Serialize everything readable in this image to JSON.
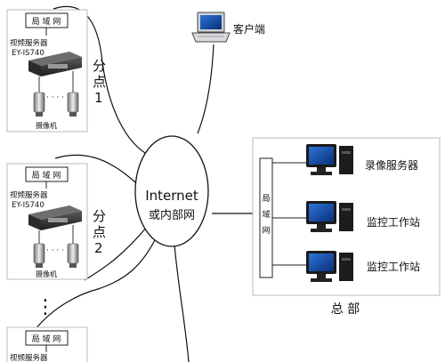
{
  "center": {
    "line1": "Internet",
    "line2": "或内部网"
  },
  "client": {
    "label": "客户端"
  },
  "branches": [
    {
      "lan": "局 域 网",
      "server_line1": "视频服务器",
      "server_line2": "EY-IS740",
      "camera": "摄像机",
      "side_line1": "分",
      "side_line2": "点",
      "side_line3": "1"
    },
    {
      "lan": "局 域 网",
      "server_line1": "视频服务器",
      "server_line2": "EY-IS740",
      "camera": "摄像机",
      "side_line1": "分",
      "side_line2": "点",
      "side_line3": "2"
    },
    {
      "lan": "局 域 网",
      "server_line1": "视频服务器"
    }
  ],
  "hq": {
    "lan_vertical": [
      "局",
      "域",
      "网"
    ],
    "stations": [
      "录像服务器",
      "监控工作站",
      "监控工作站"
    ],
    "title": "总  部"
  },
  "ellipsis": "⋮"
}
